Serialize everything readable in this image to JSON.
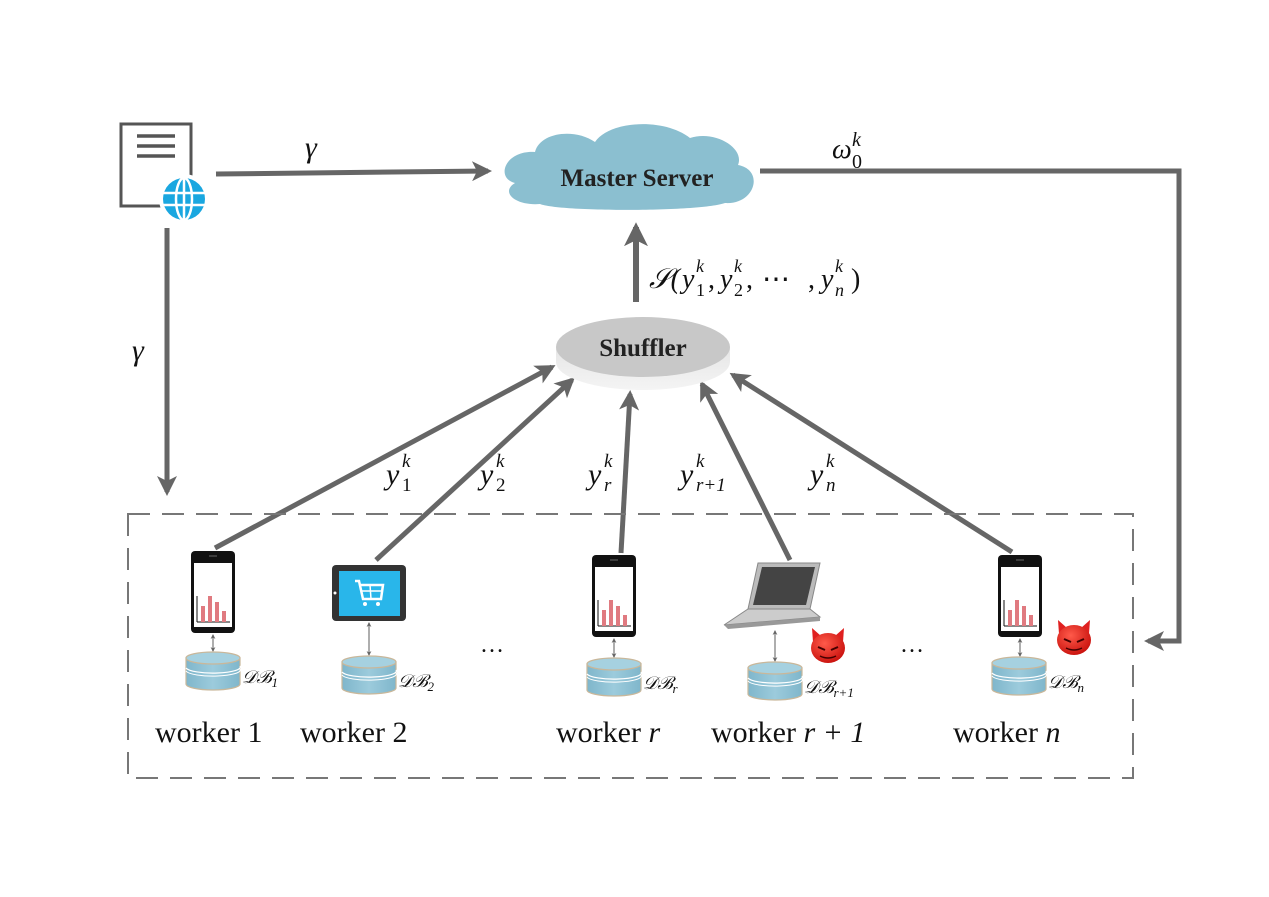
{
  "diagram": {
    "source_label": "web document",
    "master_server": {
      "label": "Master Server",
      "color": "#8bbfd0"
    },
    "shuffler": {
      "label": "Shuffler",
      "color": "#c8c8c8"
    },
    "edges": {
      "gamma_to_server": {
        "label": "γ"
      },
      "gamma_to_workers": {
        "label": "γ"
      },
      "server_to_workers": {
        "label": "ω",
        "sub": "0",
        "sup": "k"
      },
      "shuffler_to_server": {
        "label": "𝒮(y₁ᵏ, y₂ᵏ, ⋯ , yₙᵏ)",
        "prefix": "𝒮(",
        "parts": [
          {
            "base": "y",
            "sub": "1",
            "sup": "k"
          },
          {
            "base": "y",
            "sub": "2",
            "sup": "k"
          },
          {
            "base": "y",
            "sub": "n",
            "sup": "k"
          }
        ],
        "dots": "⋯",
        "suffix": ")"
      }
    },
    "workers": [
      {
        "label": "worker 1",
        "name": "worker",
        "index": "1",
        "device": "phone",
        "db": "DB",
        "db_sub": "1",
        "malicious": false,
        "msg": "y",
        "msg_sub": "1",
        "msg_sup": "k"
      },
      {
        "label": "worker 2",
        "name": "worker",
        "index": "2",
        "device": "tablet",
        "db": "DB",
        "db_sub": "2",
        "malicious": false,
        "msg": "y",
        "msg_sub": "2",
        "msg_sup": "k"
      },
      {
        "label": "worker r",
        "name": "worker",
        "index": "r",
        "device": "phone",
        "db": "DB",
        "db_sub": "r",
        "malicious": false,
        "msg": "y",
        "msg_sub": "r",
        "msg_sup": "k"
      },
      {
        "label": "worker r + 1",
        "name": "worker",
        "index": "r + 1",
        "device": "laptop",
        "db": "DB",
        "db_sub": "r+1",
        "malicious": true,
        "msg": "y",
        "msg_sub": "r+1",
        "msg_sup": "k"
      },
      {
        "label": "worker n",
        "name": "worker",
        "index": "n",
        "device": "phone",
        "db": "DB",
        "db_sub": "n",
        "malicious": true,
        "msg": "y",
        "msg_sub": "n",
        "msg_sup": "k"
      }
    ],
    "ellipsis": "…",
    "colors": {
      "arrow": "#666666",
      "cloud": "#8bbfd0",
      "db": "#8fc3d6",
      "db_rim": "#c9b79a",
      "tablet_screen": "#29b6ea",
      "chart_bar": "#e07a80",
      "globe": "#1aa7e0",
      "devil": "#e02020"
    }
  }
}
